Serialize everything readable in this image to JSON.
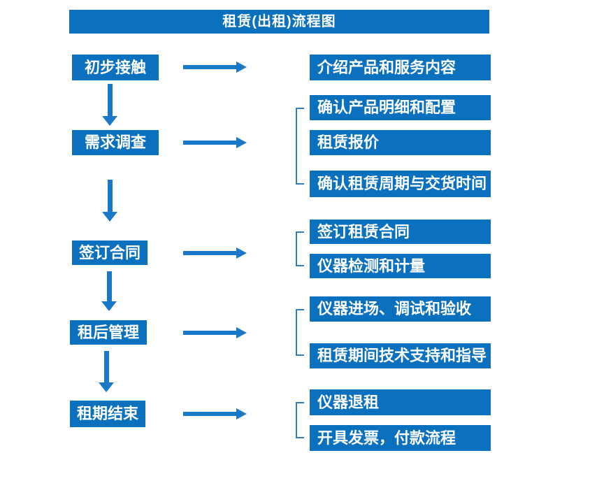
{
  "title": "租赁(出租)流程图",
  "colors": {
    "box_blue": "#0b70bd",
    "arrow_blue": "#1a78c9",
    "bracket_blue": "#2f80c3",
    "text": "#ffffff",
    "background": "#ffffff"
  },
  "steps": [
    {
      "label": "初步接触",
      "outputs": [
        "介绍产品和服务内容"
      ]
    },
    {
      "label": "需求调查",
      "outputs": [
        "确认产品明细和配置",
        "租赁报价",
        "确认租赁周期与交货时间"
      ]
    },
    {
      "label": "签订合同",
      "outputs": [
        "签订租赁合同",
        "仪器检测和计量"
      ]
    },
    {
      "label": "租后管理",
      "outputs": [
        "仪器进场、调试和验收",
        "租赁期间技术支持和指导"
      ]
    },
    {
      "label": "租期结束",
      "outputs": [
        "仪器退租",
        "开具发票，付款流程"
      ]
    }
  ]
}
